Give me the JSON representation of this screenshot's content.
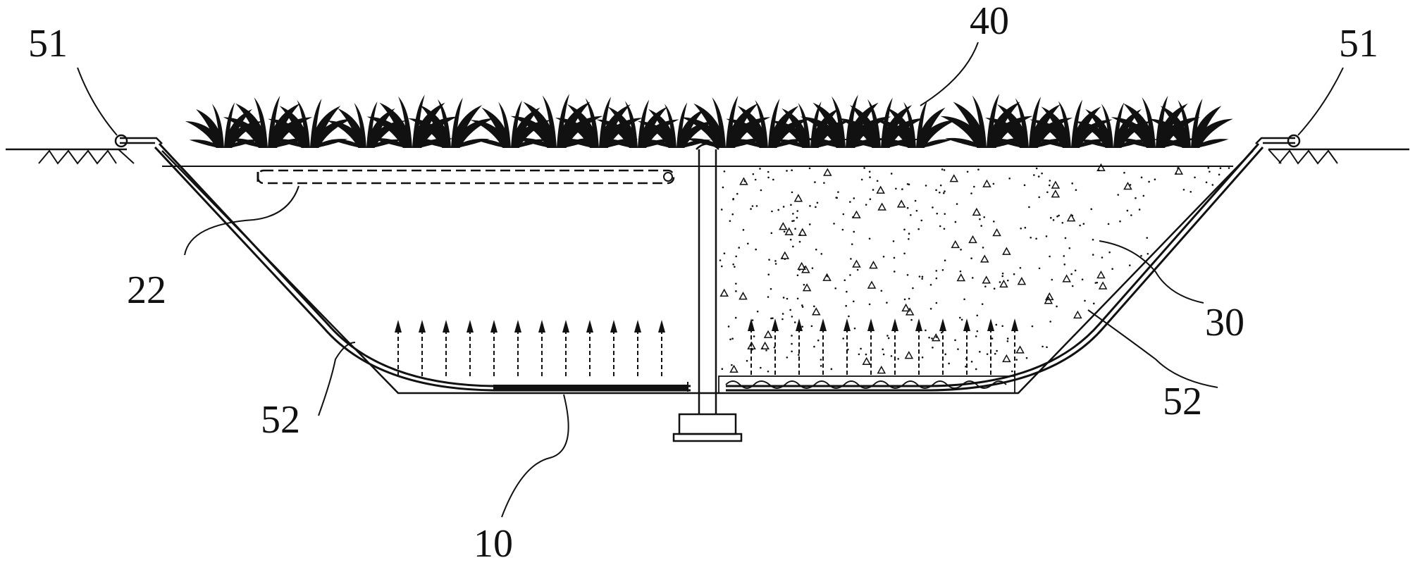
{
  "labels": {
    "ref_51_left": "51",
    "ref_51_right": "51",
    "ref_40": "40",
    "ref_22": "22",
    "ref_30": "30",
    "ref_52_left": "52",
    "ref_52_right": "52",
    "ref_10": "10"
  },
  "colors": {
    "ink": "#111111",
    "paper": "#ffffff"
  },
  "icons": [
    "plant-icon",
    "arrow-up-icon",
    "pipe-joint-icon",
    "ground-hatch-icon"
  ]
}
